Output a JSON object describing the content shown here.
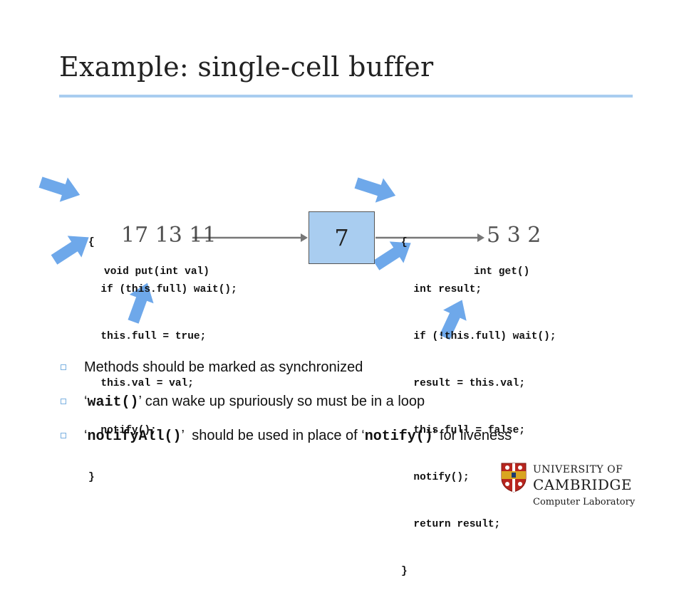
{
  "slide": {
    "title": "Example: single-cell buffer"
  },
  "put_method": {
    "signature": "void put(int val)",
    "lines": [
      "{",
      "  if (this.full) wait();",
      "  this.full = true;",
      "  this.val = val;",
      "  notify();",
      "}"
    ]
  },
  "get_method": {
    "signature": "int get()",
    "lines": [
      "{",
      "  int result;",
      "  if (!this.full) wait();",
      "  result = this.val;",
      "  this.full = false;",
      "  notify();",
      "  return result;",
      "}"
    ]
  },
  "buffer": {
    "value": "7"
  },
  "queues": {
    "producer": "17 13 11",
    "consumer": "5 3 2"
  },
  "bullets": {
    "b1": "Methods should be marked as synchronized",
    "b2_open": "‘",
    "b2_code": "wait()",
    "b2_rest": "’ can wake up spuriously so must be in a loop",
    "b3_open": "‘",
    "b3_code1": "notifyAll()",
    "b3_mid": "’  should be used in place of ‘",
    "b3_code2": "notify()",
    "b3_end": "’ for liveness"
  },
  "logo": {
    "line1": "UNIVERSITY OF",
    "line2": "CAMBRIDGE",
    "line3": "Computer Laboratory"
  },
  "colors": {
    "accent_blue": "#a9cdf0",
    "arrow_blue": "#6ea8ea",
    "crest_red": "#b8261f",
    "crest_gold": "#d9a521"
  }
}
